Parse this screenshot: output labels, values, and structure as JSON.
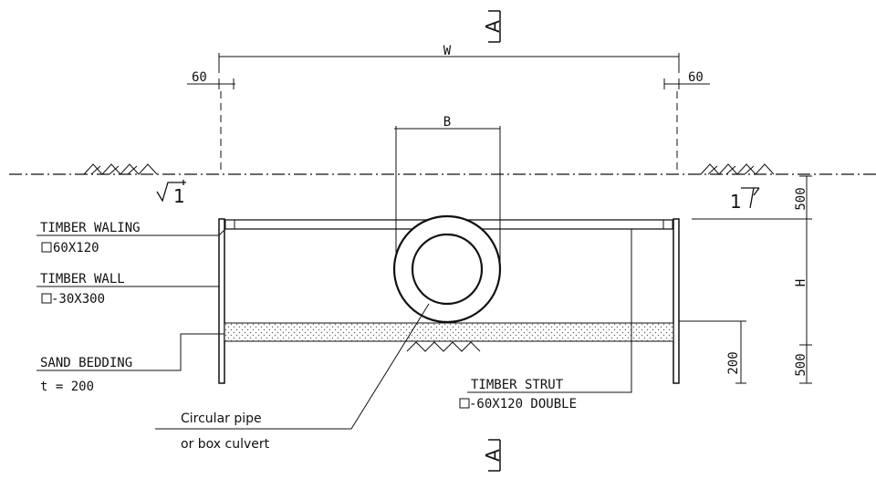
{
  "section_marks": {
    "top": "A",
    "bottom": "A"
  },
  "dimensions": {
    "overall_width": "W",
    "left_offset": "60",
    "right_offset": "60",
    "pipe_width": "B",
    "top_depth": "500",
    "height": "H",
    "bottom_depth": "500",
    "bedding_depth": "200"
  },
  "slope_marks": {
    "left": "1",
    "right": "1"
  },
  "labels": {
    "timber_waling": "TIMBER WALING",
    "timber_waling_size": "60X120",
    "timber_wall": "TIMBER WALL",
    "timber_wall_size": "-30X300",
    "sand_bedding": "SAND BEDDING",
    "sand_bedding_thickness": "t = 200",
    "timber_strut": "TIMBER STRUT",
    "timber_strut_size": "-60X120 DOUBLE",
    "pipe_line1": "Circular pipe",
    "pipe_line2": "or box culvert"
  }
}
